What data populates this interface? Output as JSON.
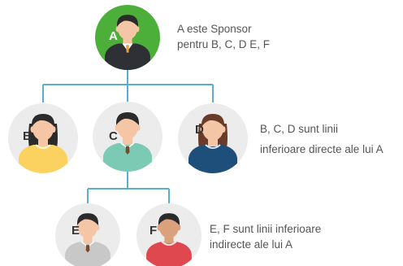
{
  "nodes": [
    {
      "letter": "A",
      "bg": "#4caf3a",
      "shirt": "#2e3036",
      "skin": "#f5c6a5",
      "hair": "#2b2b2b",
      "style": "suit",
      "female": false,
      "letter_color": "#ffffff"
    },
    {
      "letter": "B",
      "bg": "#ececec",
      "shirt": "#fbd160",
      "skin": "#f5c6a5",
      "hair": "#2b2b2b",
      "style": "shirt",
      "female": true,
      "letter_color": "#333333"
    },
    {
      "letter": "C",
      "bg": "#ececec",
      "shirt": "#7cc9b4",
      "skin": "#f5c6a5",
      "hair": "#2b2b2b",
      "style": "tie",
      "female": false,
      "letter_color": "#333333"
    },
    {
      "letter": "D",
      "bg": "#ececec",
      "shirt": "#1e4f7a",
      "skin": "#f5c6a5",
      "hair": "#6b3b2a",
      "style": "shirt",
      "female": true,
      "letter_color": "#333333"
    },
    {
      "letter": "E",
      "bg": "#ececec",
      "shirt": "#c8c8c8",
      "skin": "#f5c6a5",
      "hair": "#2b2b2b",
      "style": "tie",
      "female": false,
      "letter_color": "#333333"
    },
    {
      "letter": "F",
      "bg": "#ececec",
      "shirt": "#e04850",
      "skin": "#d9a27c",
      "hair": "#2b2b2b",
      "style": "shirt",
      "female": false,
      "letter_color": "#333333"
    }
  ],
  "connector_color": "#5aaed0",
  "notes": {
    "a": [
      "A este Sponsor",
      "pentru B, C, D E, F"
    ],
    "bcd": [
      "B, C, D sunt linii",
      "inferioare directe ale lui A"
    ],
    "ef": [
      "E, F sunt linii inferioare",
      "indirecte ale lui A"
    ]
  }
}
